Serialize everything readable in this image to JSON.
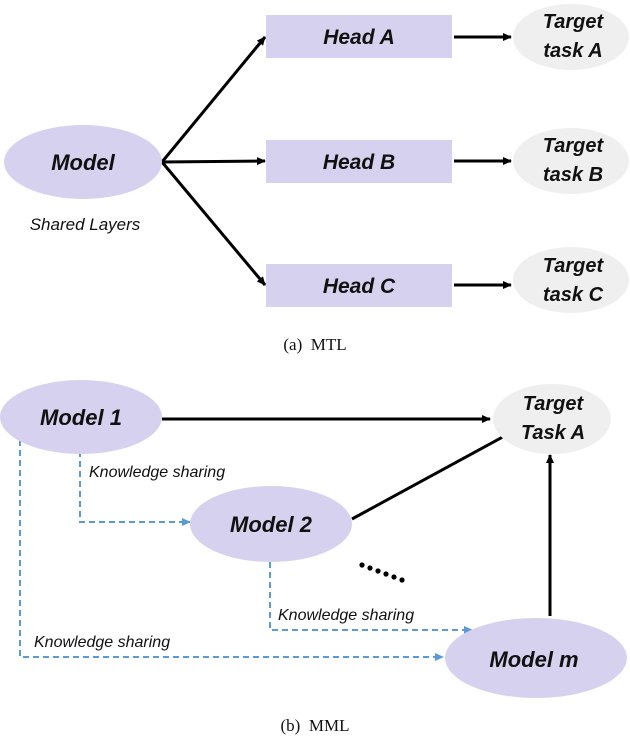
{
  "colors": {
    "model_fill": "#d6d1ee",
    "head_fill": "#d6d1ee",
    "target_fill": "#efefef",
    "solid_arrow": "#000000",
    "dashed_arrow": "#5b9bd5"
  },
  "mtl": {
    "model": "Model",
    "shared_layers": "Shared Layers",
    "heads": [
      "Head A",
      "Head B",
      "Head C"
    ],
    "targets": [
      {
        "line1": "Target",
        "line2": "task A"
      },
      {
        "line1": "Target",
        "line2": "task B"
      },
      {
        "line1": "Target",
        "line2": "task C"
      }
    ],
    "caption": "(a)  MTL"
  },
  "mml": {
    "models": [
      "Model 1",
      "Model 2",
      "Model m"
    ],
    "target": {
      "line1": "Target",
      "line2": "Task A"
    },
    "knowledge_sharing": [
      "Knowledge sharing",
      "Knowledge sharing",
      "Knowledge sharing"
    ],
    "ellipsis_icon": "ellipsis-dots",
    "caption": "(b)  MML"
  }
}
